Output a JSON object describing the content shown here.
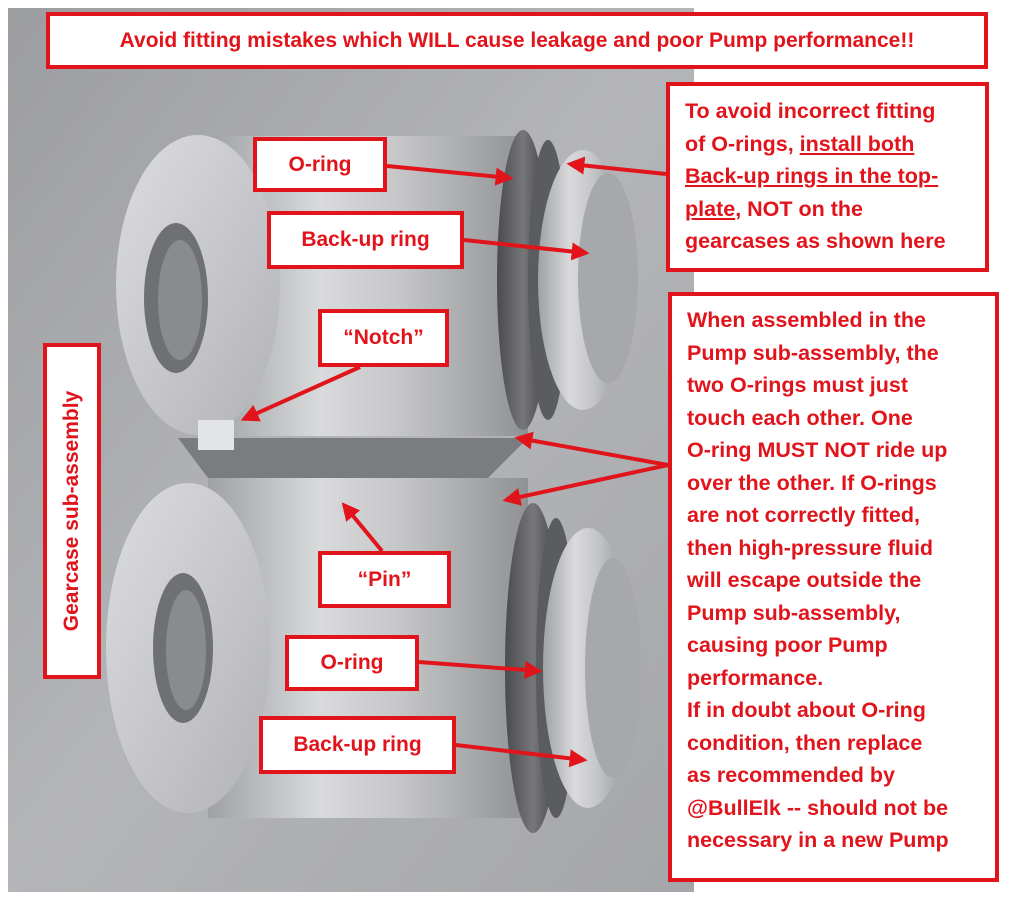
{
  "title": "Avoid fitting mistakes which WILL cause leakage and poor Pump performance!!",
  "labels": {
    "o_ring_top": "O-ring",
    "backup_ring_top": "Back-up ring",
    "notch": "“Notch”",
    "pin": "“Pin”",
    "o_ring_bottom": "O-ring",
    "backup_ring_bottom": "Back-up ring",
    "gearcase": "Gearcase sub-assembly"
  },
  "note_top": {
    "line1": "To avoid incorrect fitting",
    "line2_prefix": "of O-rings, ",
    "line2_link": "install both",
    "line3_link": "Back-up rings in the top-",
    "line4_link": "plate",
    "line4_suffix": ", NOT on the",
    "line5": "gearcases as shown here"
  },
  "note_main": [
    "When assembled in the",
    "Pump sub-assembly, the",
    "two O-rings must just",
    "touch each other.  One",
    "O-ring MUST NOT ride up",
    "over the other.  If O-rings",
    "are not correctly fitted,",
    "then high-pressure fluid",
    "will escape outside the",
    "Pump sub-assembly,",
    "causing poor Pump",
    "performance.",
    "If in doubt about O-ring",
    "condition, then replace",
    "as recommended by",
    "@BullElk -- should not be",
    "necessary in a new Pump"
  ],
  "colors": {
    "accent": "#e1141b",
    "box_bg": "#ffffff",
    "metal": "#b9babc"
  }
}
